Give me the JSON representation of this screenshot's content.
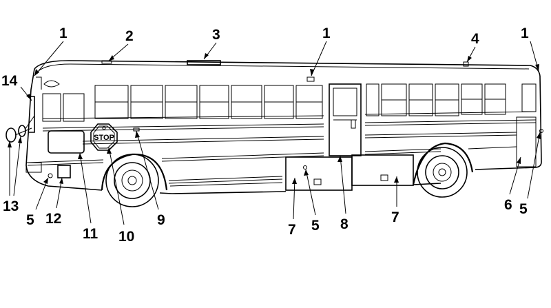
{
  "diagram": {
    "stop_sign_text": "STOP",
    "callouts": {
      "top_left_1": "1",
      "top_2": "2",
      "top_3": "3",
      "top_mid_1": "1",
      "top_4": "4",
      "top_right_1": "1",
      "left_14": "14",
      "left_13": "13",
      "bottom_5_front": "5",
      "bottom_12": "12",
      "bottom_11": "11",
      "bottom_10": "10",
      "bottom_9": "9",
      "bottom_7_left": "7",
      "bottom_5_mid": "5",
      "bottom_8": "8",
      "bottom_7_right": "7",
      "bottom_6": "6",
      "bottom_5_rear": "5"
    }
  }
}
